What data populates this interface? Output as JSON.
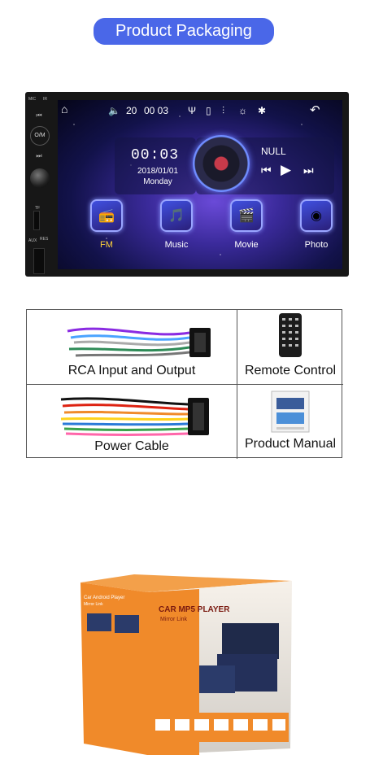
{
  "banner": {
    "title": "Product Packaging"
  },
  "unit": {
    "side_labels": {
      "mic": "MIC",
      "ir": "IR",
      "rst": "RES",
      "aux": "AUX",
      "tf": "TF"
    },
    "power_label": "O/M",
    "status_bar": {
      "volume": "20",
      "time": "00 03"
    },
    "clock": {
      "time": "00:03",
      "date": "2018/01/01",
      "day": "Monday"
    },
    "music": {
      "track": "NULL"
    },
    "apps": [
      {
        "label": "FM",
        "icon": "radio-icon"
      },
      {
        "label": "Music",
        "icon": "music-icon"
      },
      {
        "label": "Movie",
        "icon": "movie-icon"
      },
      {
        "label": "Photo",
        "icon": "photo-icon"
      }
    ]
  },
  "accessories": [
    {
      "label": "RCA Input and Output"
    },
    {
      "label": "Remote Control"
    },
    {
      "label": "Power Cable"
    },
    {
      "label": "Product Manual"
    }
  ],
  "box": {
    "front_title": "CAR MP5 PLAYER",
    "front_subtitle": "Mirror Link",
    "side_title": "Car Android Player",
    "side_subtitle": "Mirror Link"
  },
  "colors": {
    "banner": "#4a67e8",
    "box_orange": "#f08a2a"
  }
}
